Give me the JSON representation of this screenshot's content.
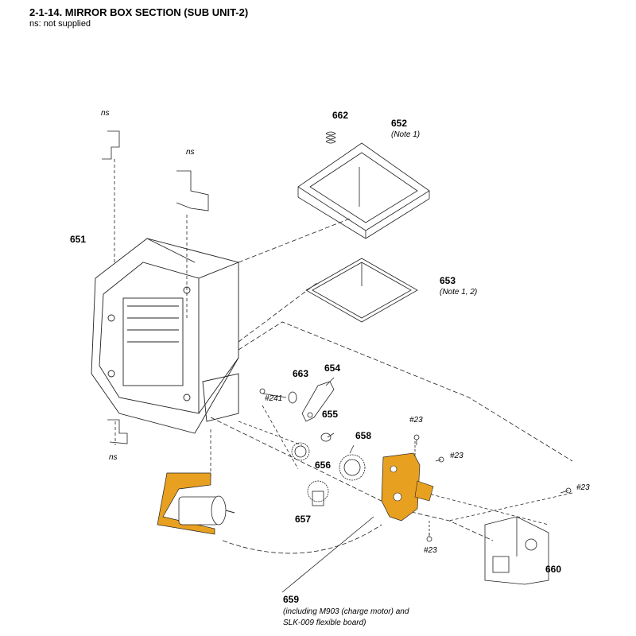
{
  "header": {
    "title": "2-1-14.  MIRROR BOX SECTION (SUB UNIT-2)",
    "subtitle": "ns: not supplied"
  },
  "colors": {
    "highlight": "#e8a020",
    "line": "#222222"
  },
  "parts": {
    "p651": "651",
    "p652": "652",
    "p652_note": "(Note 1)",
    "p653": "653",
    "p653_note": "(Note 1, 2)",
    "p654": "654",
    "p655": "655",
    "p656": "656",
    "p657": "657",
    "p658": "658",
    "p659": "659",
    "p659_note1": "(including M903 (charge motor) and",
    "p659_note2": "SLK-009 flexible board)",
    "p660": "660",
    "p662": "662",
    "p663": "663"
  },
  "screws": {
    "s241": "#241",
    "s23a": "#23",
    "s23b": "#23",
    "s23c": "#23",
    "s23d": "#23"
  },
  "ns_labels": {
    "ns1": "ns",
    "ns2": "ns",
    "ns3": "ns"
  }
}
